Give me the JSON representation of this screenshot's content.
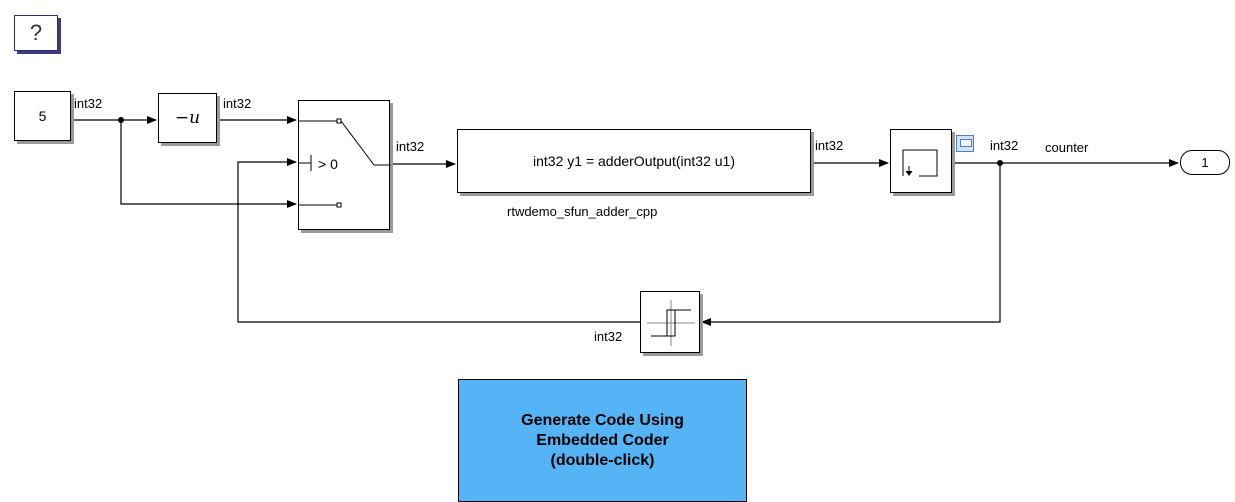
{
  "help_button": {
    "label": "?"
  },
  "blocks": {
    "constant": {
      "value": "5"
    },
    "unary_minus": {
      "label": "−u"
    },
    "switch": {
      "threshold": "> 0"
    },
    "sfunction": {
      "signature": "int32 y1 = adderOutput(int32 u1)",
      "name": "rtwdemo_sfun_adder_cpp"
    },
    "outport": {
      "number": "1"
    },
    "generate_code": {
      "line1": "Generate Code Using",
      "line2": "Embedded Coder",
      "line3": "(double-click)"
    }
  },
  "signals": {
    "const_out": "int32",
    "minus_out": "int32",
    "switch_out": "int32",
    "sfun_out": "int32",
    "delay_out": "int32",
    "counter_name": "counter",
    "relay_out": "int32"
  },
  "colors": {
    "generate_button_fill": "#54b4f5",
    "block_shadow": "#9a9a9a",
    "help_border": "#2b2b8a",
    "scope_icon": "#4f7eb8"
  },
  "icons": {
    "help": "question-mark",
    "delay": "unit-delay-step",
    "relay": "relay-hysteresis",
    "viewer": "signal-viewer-icon"
  }
}
